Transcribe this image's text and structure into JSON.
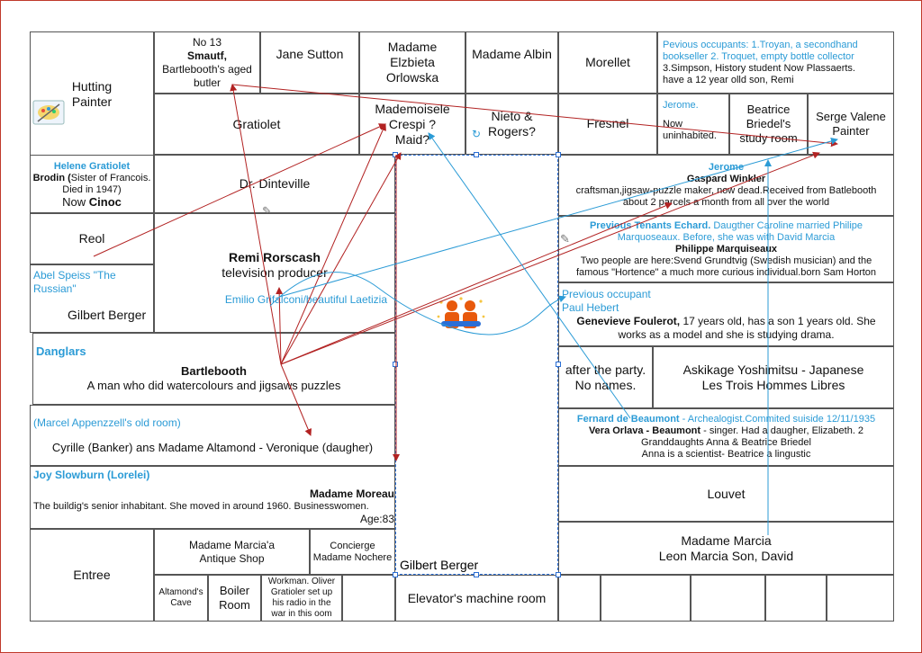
{
  "rooms": {
    "hutting": {
      "l1": "Hutting",
      "l2": "Painter"
    },
    "no13": {
      "l1": "No 13",
      "l2": "Smautf,",
      "l3": "Bartlebooth's aged",
      "l4": "butler"
    },
    "jane": "Jane Sutton",
    "orlowska": {
      "l1": "Madame",
      "l2": "Elzbieta",
      "l3": "Orlowska"
    },
    "albin": "Madame Albin",
    "morellet": "Morellet",
    "plassaerts": {
      "l1": "Pevious occupants: 1.Troyan, a secondhand",
      "l2": "bookseller 2. Troquet, empty bottle collector",
      "l3": "3.Simpson, History student      Now Plassaerts.",
      "l4": "have a 12 year olld son, Remi"
    },
    "gratiolet": "Gratiolet",
    "crespi": {
      "l1": "Mademoisele",
      "l2": "Crespi ?",
      "l3": "Maid?"
    },
    "nieto": {
      "l1": "Nieto &",
      "l2": "Rogers?"
    },
    "fresnel": "Fresnel",
    "jerome_top": {
      "l1": "Jerome.",
      "l2": "Now",
      "l3": "uninhabited."
    },
    "beatrice": {
      "l1": "Beatrice",
      "l2": "Briedel's",
      "l3": "study room"
    },
    "serge": {
      "l1": "Serge Valene",
      "l2": "Painter"
    },
    "helene": {
      "l1": "Helene Gratiolet",
      "l2a": "Brodin (",
      "l2b": "Sister of Francois.",
      "l3": "Died in 1947)",
      "l4a": "Now ",
      "l4b": "Cinoc"
    },
    "dinteville": "Dr. Dinteville",
    "jerome_winkler": {
      "l1": "Jerome",
      "l2": "Gaspard Winkler",
      "l3": "craftsman,jigsaw-puzzle maker, now dead.Received from Batlebooth",
      "l4": "about 2 parcels a month from all over the world"
    },
    "reol": "Reol",
    "echard": {
      "l1": "Previous Tenants Echard. ",
      "l1b": "Daugther Caroline married Philipe",
      "l2": "Marquoseaux. Before, she was with David Marcia",
      "l3": "Philippe Marquiseaux",
      "l4": "Two people are here:Svend Grundtvig (Swedish musician) and the",
      "l5": "famous \"Hortence\" a much more curious individual.born Sam Horton"
    },
    "abel": {
      "l1": "Abel Speiss \"The",
      "l2": "Russian\"",
      "l3": "Gilbert Berger"
    },
    "remi": {
      "l1": "Remi Rorscash",
      "l2": "television producer",
      "l3": "Emilio Grifalconi/beautiful Laetizia"
    },
    "foulerot": {
      "l1": "Previous occupant",
      "l2": "Paul Hebert",
      "l3a": "Genevieve Foulerot,",
      "l3b": " 17 years old, has a son 1 years old. She",
      "l4": "works as a model and she is studying drama."
    },
    "danglars": {
      "l1": "Danglars",
      "l2": "Bartlebooth",
      "l3": "A man who did watercolours and jigsaws puzzles"
    },
    "party": {
      "l1": "after the party.",
      "l2": "No names."
    },
    "askikage": {
      "l1": "Askikage Yoshimitsu - Japanese",
      "l2": "Les Trois Hommes Libres"
    },
    "appenzell": {
      "l1": "(Marcel Appenzzell's old room)",
      "l2": "Cyrille (Banker) ans Madame Altamond  - Veronique (daugher)"
    },
    "beaumont": {
      "l1a": "Fernard de Beaumont",
      "l1b": " - Archealogist.Commited suiside 12/11/1935",
      "l2a": "Vera Orlava - Beaumont",
      "l2b": " - singer. Had  a daugher, Elizabeth. 2",
      "l3": "Granddaughts Anna & Beatrice Briedel",
      "l4": "Anna is a scientist- Beatrice a lingustic"
    },
    "moreau": {
      "l1": "Joy Slowburn (Lorelei)",
      "l2": "Madame Moreau",
      "l3": "The buildig's senior inhabitant. She moved in around 1960. Businesswomen.",
      "l4": "Age:83"
    },
    "louvet": "Louvet",
    "entree": "Entree",
    "antique": {
      "l1": "Madame Marcia'a",
      "l2": "Antique  Shop"
    },
    "concierge": {
      "l1": "Concierge",
      "l2": "Madame Nochere"
    },
    "gilbert_center": "Gilbert Berger",
    "marcia": {
      "l1": "Madame Marcia",
      "l2": "Leon Marcia Son, David"
    },
    "altamond_cave": {
      "l1": "Altamond's",
      "l2": "Cave"
    },
    "boiler": {
      "l1": "Boiler",
      "l2": "Room"
    },
    "workman": {
      "l1": "Workman. Oliver",
      "l2": "Gratioler set up",
      "l3": "his radio in the",
      "l4": "war in this oom"
    },
    "elevator": "Elevator's machine room"
  },
  "colors": {
    "accent_blue": "#2b9bd6",
    "arrow_red": "#b22222",
    "frame": "#c0392b",
    "grid": "#555555"
  },
  "icons": [
    "palette-icon",
    "pencil-icon",
    "people-icon",
    "rotate-icon"
  ]
}
